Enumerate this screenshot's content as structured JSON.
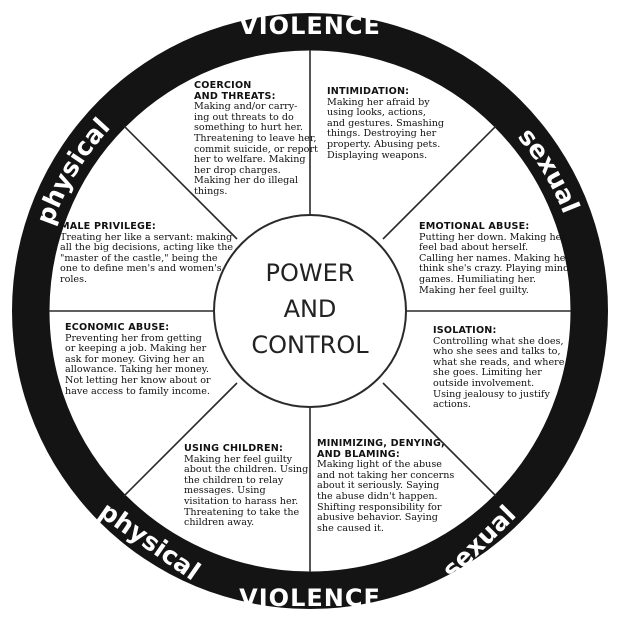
{
  "outer_ring": {
    "top": "VIOLENCE",
    "bottom": "VIOLENCE",
    "upper_left": "physical",
    "upper_right": "sexual",
    "lower_left": "physical",
    "lower_right": "sexual"
  },
  "center": {
    "line1": "POWER",
    "line2": "AND",
    "line3": "CONTROL"
  },
  "segments": {
    "coercion": {
      "title_lines": [
        "COERCION",
        "AND THREATS:"
      ],
      "lines": [
        "Making and/or carry-",
        "ing out threats to do",
        "something to hurt her.",
        "Threatening to leave her,",
        "commit suicide, or report",
        "her to welfare.  Making",
        "her drop charges.",
        "Making her do illegal",
        "things."
      ]
    },
    "intimidation": {
      "title_lines": [
        "INTIMIDATION:"
      ],
      "lines": [
        "Making her afraid by",
        "using looks, actions,",
        "and gestures.  Smashing",
        "things.  Destroying her",
        "property.  Abusing pets.",
        "Displaying weapons."
      ]
    },
    "emotional": {
      "title_lines": [
        "EMOTIONAL ABUSE:"
      ],
      "lines": [
        "Putting her down.  Making her",
        "feel bad about herself.",
        "Calling her names.  Making her",
        "think she's crazy.  Playing mind",
        "games.  Humiliating her.",
        "Making her feel guilty."
      ]
    },
    "isolation": {
      "title_lines": [
        "ISOLATION:"
      ],
      "lines": [
        "Controlling what she does,",
        "who she sees and talks to,",
        "what she reads, and where",
        "she goes.  Limiting her",
        "outside involvement.",
        "Using jealousy to justify",
        "actions."
      ]
    },
    "minimizing": {
      "title_lines": [
        "MINIMIZING, DENYING,",
        "AND BLAMING:"
      ],
      "lines": [
        "Making light of the abuse",
        "and not taking her concerns",
        "about it seriously.  Saying",
        "the abuse didn't happen.",
        "Shifting responsibility for",
        "abusive behavior.  Saying",
        "she caused it."
      ]
    },
    "children": {
      "title_lines": [
        "USING CHILDREN:"
      ],
      "lines": [
        "Making her feel guilty",
        "about the children.  Using",
        "the children to relay",
        "messages.  Using",
        "visitation to harass her.",
        "Threatening to take the",
        "children away."
      ]
    },
    "economic": {
      "title_lines": [
        "ECONOMIC ABUSE:"
      ],
      "lines": [
        "Preventing her from getting",
        "or keeping a job.  Making her",
        "ask for money.  Giving her an",
        "allowance.  Taking her money.",
        "Not letting her know about or",
        "have access to family income."
      ]
    },
    "privilege": {
      "title_lines": [
        "MALE PRIVILEGE:"
      ],
      "lines": [
        "Treating her like a servant: making",
        "all the big decisions, acting like the",
        "\"master of the castle,\" being the",
        "one to define men's and women's",
        "roles."
      ]
    }
  }
}
